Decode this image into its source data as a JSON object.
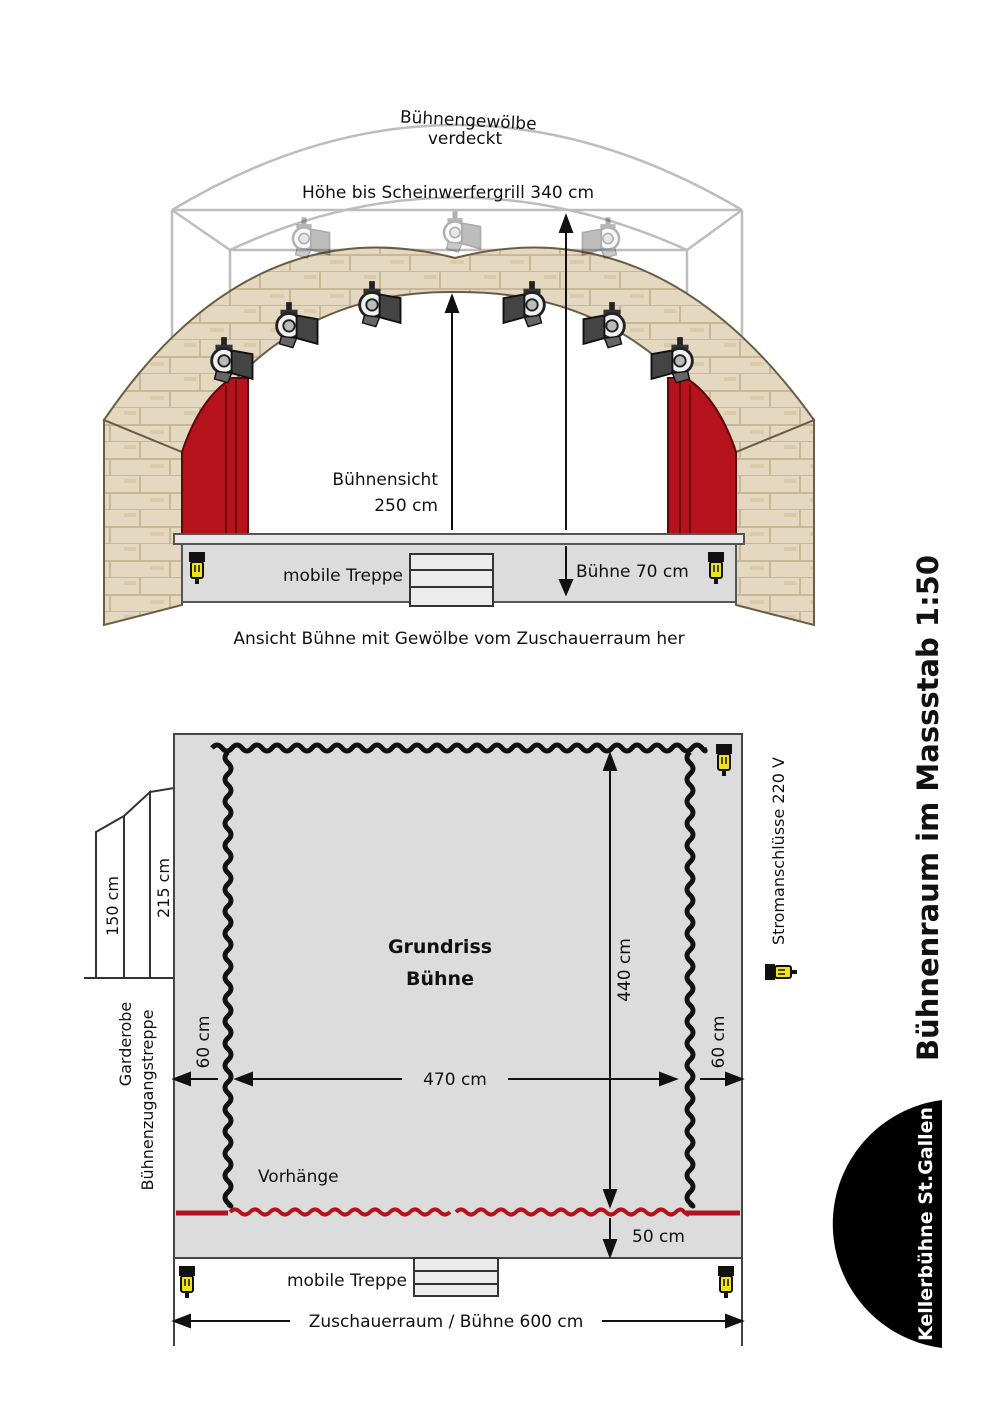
{
  "elevation": {
    "vault_title": "Bühnengewölbe",
    "vault_subtitle": "verdeckt",
    "grill_height": "Höhe bis Scheinwerfergrill 340 cm",
    "view_height_line1": "Bühnensicht",
    "view_height_line2": "250 cm",
    "mobile_stairs": "mobile Treppe",
    "stage_height": "Bühne 70 cm",
    "caption": "Ansicht Bühne mit Gewölbe vom Zuschauerraum her"
  },
  "plan": {
    "title_line1": "Grundriss",
    "title_line2": "Bühne",
    "width_inner": "470 cm",
    "depth": "440 cm",
    "side_left": "60 cm",
    "side_right": "60 cm",
    "front_depth": "50 cm",
    "curtains": "Vorhänge",
    "mobile_stairs": "mobile Treppe",
    "total_width": "Zuschauerraum / Bühne 600 cm",
    "step_150": "150 cm",
    "step_215": "215 cm",
    "wardrobe_line1": "Garderobe",
    "wardrobe_line2": "Bühnenzugangstreppe"
  },
  "legend": {
    "power": "Stromanschlüsse 220 V"
  },
  "side_title": "Bühnenraum im Massstab 1:50",
  "venue": "Kellerbühne St.Gallen",
  "colors": {
    "curtain_red": "#b5121b",
    "stone": "#e2d6bf",
    "stone_dark": "#8c7b5e",
    "floor_grey": "#dcdcdc",
    "socket_yellow": "#f2e318",
    "venue_black": "#000000"
  },
  "icons": [
    "spotlight-icon",
    "power-socket-icon"
  ]
}
